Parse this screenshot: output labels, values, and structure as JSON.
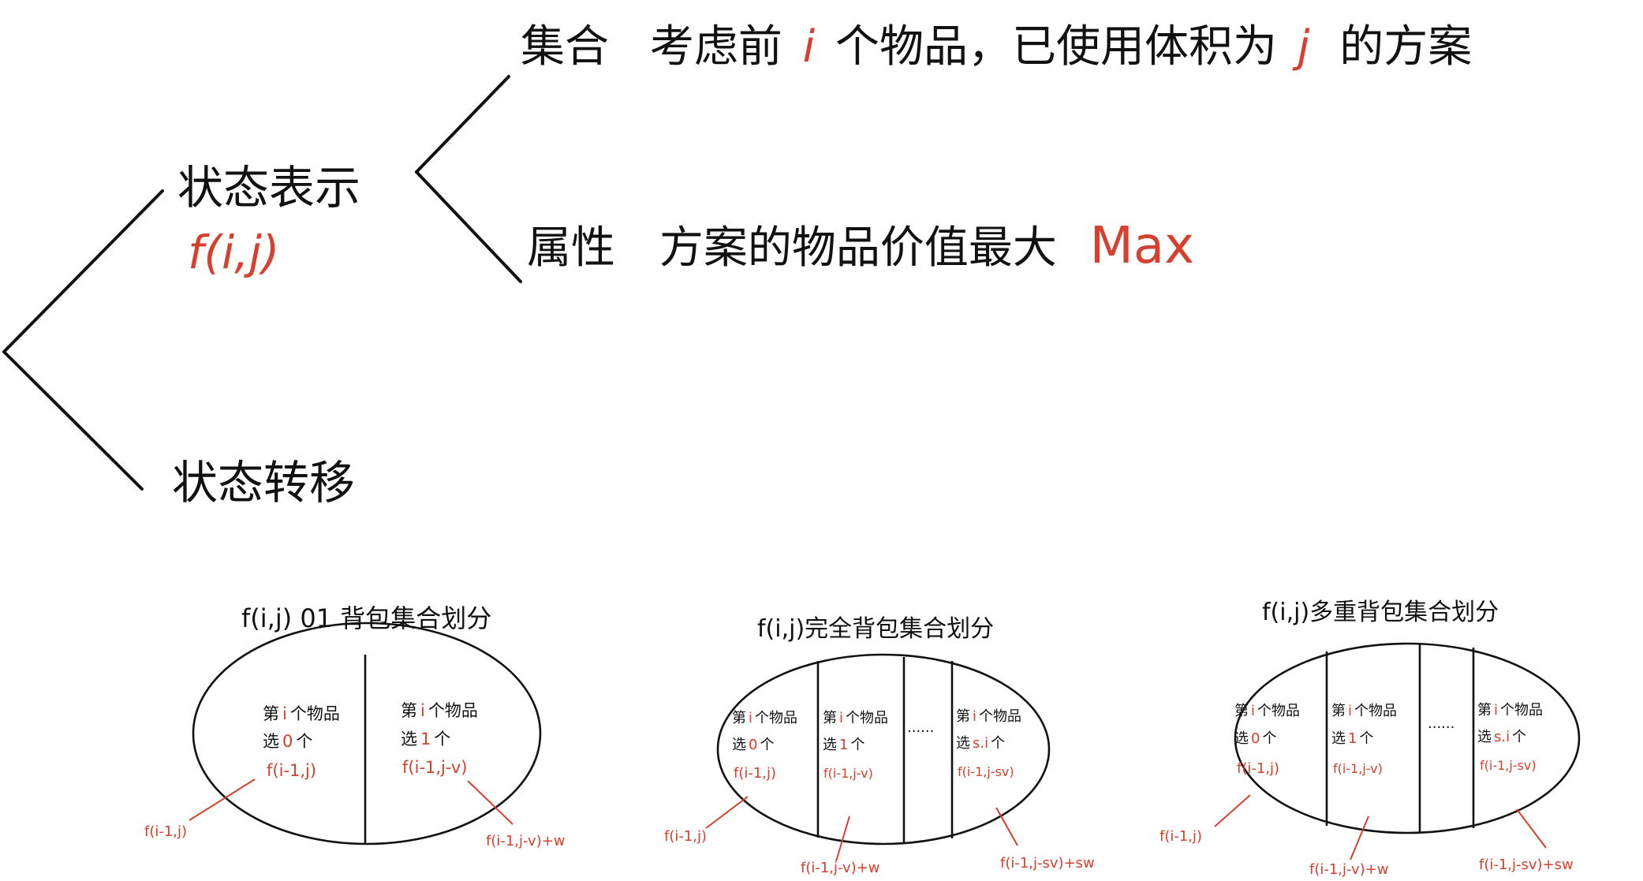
{
  "colors": {
    "ink": "#111111",
    "accent": "#d6402f"
  },
  "tree": {
    "state_repr": "状态表示",
    "f_ij": "f(i,j)",
    "state_transfer": "状态转移",
    "set_label": "集合",
    "set_desc_1": "考虑前",
    "set_i": "i",
    "set_desc_2": "个物品，已使用体积为",
    "set_j": "j",
    "set_desc_3": "的方案",
    "attr_label": "属性",
    "attr_desc": "方案的物品价值最大",
    "attr_max": "Max"
  },
  "panels": {
    "zero_one": {
      "title": "f(i,j) 01 背包集合划分",
      "left": {
        "line1_a": "第",
        "line1_i": "i",
        "line1_b": "个物品",
        "line2_a": "选",
        "line2_n": "0",
        "line2_b": "个",
        "formula": "f(i-1,j)"
      },
      "right": {
        "line1_a": "第",
        "line1_i": "i",
        "line1_b": "个物品",
        "line2_a": "选",
        "line2_n": "1",
        "line2_b": "个",
        "formula": "f(i-1,j-v)"
      },
      "callout_left": "f(i-1,j)",
      "callout_right": "f(i-1,j-v)+w"
    },
    "complete": {
      "title": "f(i,j)完全背包集合划分",
      "c1": {
        "line1_a": "第",
        "line1_i": "i",
        "line1_b": "个物品",
        "line2_a": "选",
        "line2_n": "0",
        "line2_b": "个",
        "formula": "f(i-1,j)"
      },
      "c2": {
        "line1_a": "第",
        "line1_i": "i",
        "line1_b": "个物品",
        "line2_a": "选",
        "line2_n": "1",
        "line2_b": "个",
        "formula": "f(i-1,j-v)"
      },
      "dots": "......",
      "c4": {
        "line1_a": "第",
        "line1_i": "i",
        "line1_b": "个物品",
        "line2_a": "选",
        "line2_n": "s.i",
        "line2_b": "个",
        "formula": "f(i-1,j-sv)"
      },
      "callout_1": "f(i-1,j)",
      "callout_2": "f(i-1,j-v)+w",
      "callout_3": "f(i-1,j-sv)+sw"
    },
    "multiple": {
      "title": "f(i,j)多重背包集合划分",
      "c1": {
        "line1_a": "第",
        "line1_i": "i",
        "line1_b": "个物品",
        "line2_a": "选",
        "line2_n": "0",
        "line2_b": "个",
        "formula": "f(i-1,j)"
      },
      "c2": {
        "line1_a": "第",
        "line1_i": "i",
        "line1_b": "个物品",
        "line2_a": "选",
        "line2_n": "1",
        "line2_b": "个",
        "formula": "f(i-1,j-v)"
      },
      "dots": "......",
      "c4": {
        "line1_a": "第",
        "line1_i": "i",
        "line1_b": "个物品",
        "line2_a": "选",
        "line2_n": "s.i",
        "line2_b": "个",
        "formula": "f(i-1,j-sv)"
      },
      "callout_1": "f(i-1,j)",
      "callout_2": "f(i-1,j-v)+w",
      "callout_3": "f(i-1,j-sv)+sw"
    }
  }
}
